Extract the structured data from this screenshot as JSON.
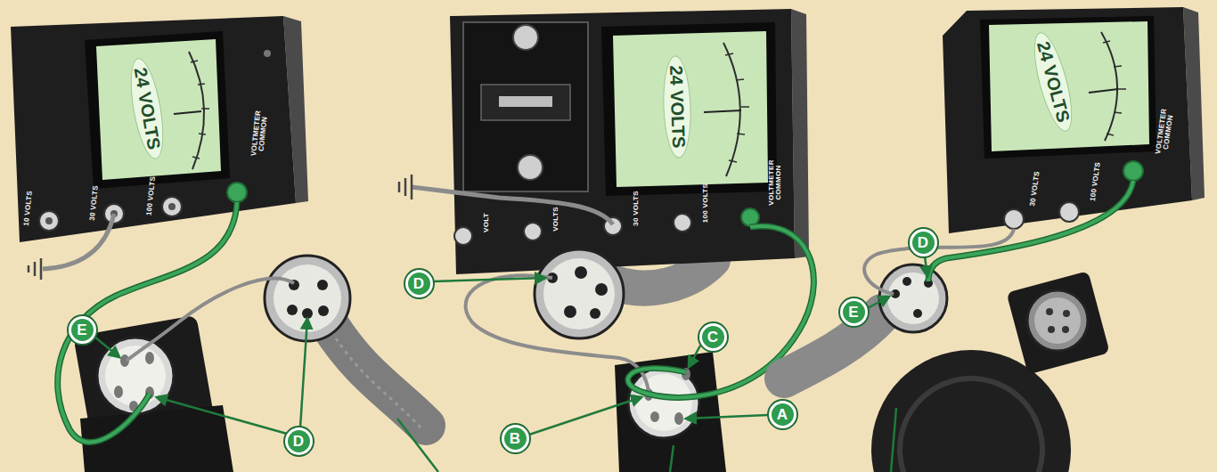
{
  "diagram": {
    "nodes": [
      {
        "text": [
          "E"
        ]
      },
      {
        "text": [
          "D"
        ]
      },
      {
        "text": [
          "D"
        ]
      },
      {
        "text": [
          "C"
        ]
      },
      {
        "text": [
          "A"
        ]
      },
      {
        "text": [
          "B"
        ]
      },
      {
        "text": [
          "D"
        ]
      },
      {
        "text": [
          "E"
        ]
      }
    ],
    "labels": [
      "24 VOLTS",
      "10 VOLTS",
      "30 VOLTS",
      "100 VOLTS",
      "VOLTMETER COMMON",
      "24 VOLTS",
      "VOLT",
      "VOLTS",
      "30 VOLTS",
      "100 VOLTS",
      "VOLTMETER COMMON",
      "24 VOLTS",
      "30 VOLTS",
      "100 VOLTS",
      "VOLTMETER COMMON"
    ]
  }
}
